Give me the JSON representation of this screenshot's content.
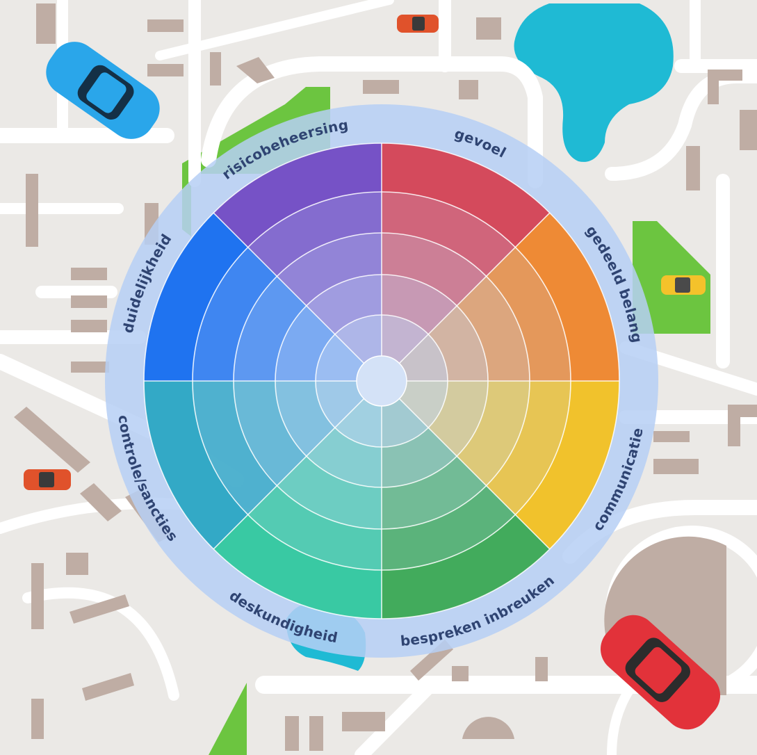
{
  "wheel": {
    "segments": [
      {
        "label": "gevoel",
        "color": "#d44a5c"
      },
      {
        "label": "gedeeld belang",
        "color": "#ee8a35"
      },
      {
        "label": "communicatie",
        "color": "#f1c22c"
      },
      {
        "label": "bespreken inbreuken",
        "color": "#42ab5c"
      },
      {
        "label": "deskundigheid",
        "color": "#39c9a3"
      },
      {
        "label": "controle/sancties",
        "color": "#33a9c6"
      },
      {
        "label": "duidelijkheid",
        "color": "#1f73f0"
      },
      {
        "label": "risicobeheersing",
        "color": "#7652c6"
      }
    ],
    "ring_color": "#b6cff5"
  },
  "map": {
    "background": "#ebe9e6",
    "road_color": "#ffffff",
    "building_color": "#bfada4",
    "water_color": "#1fbad4",
    "park_color": "#6cc540",
    "cars": [
      {
        "name": "blue-car",
        "color": "#2aa6ea"
      },
      {
        "name": "orange-car",
        "color": "#e0522b"
      },
      {
        "name": "yellow-car",
        "color": "#f4c22b"
      },
      {
        "name": "red-car",
        "color": "#e2323a"
      }
    ]
  }
}
